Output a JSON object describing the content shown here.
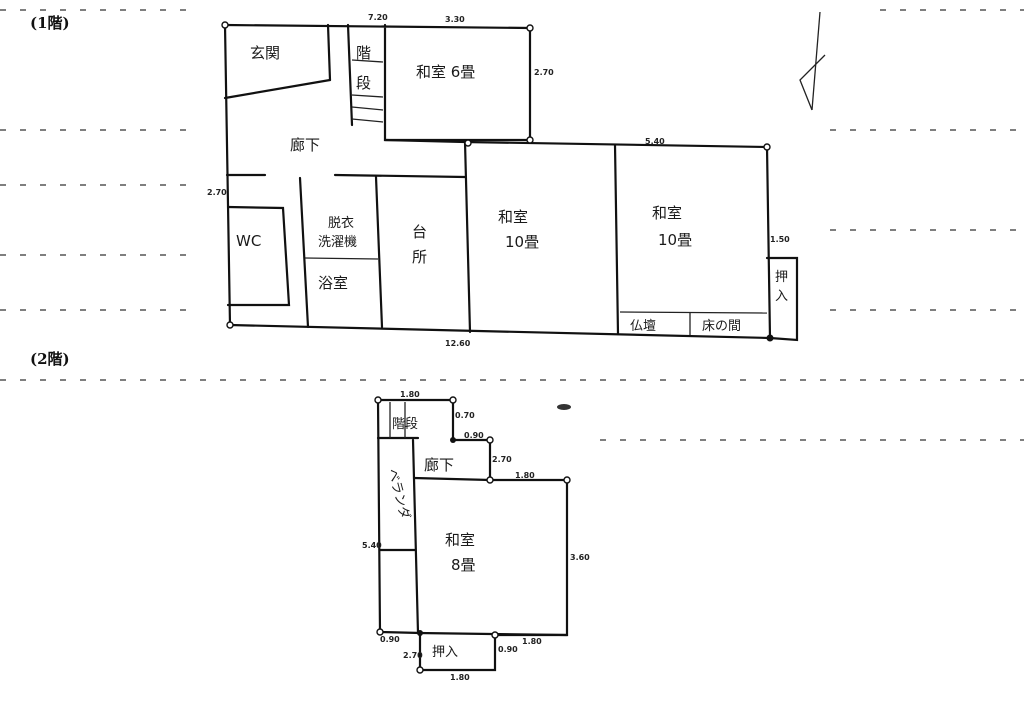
{
  "floor1": {
    "heading": "(1階)",
    "rooms": {
      "genkan": "玄関",
      "stairs_1": "階",
      "stairs_2": "段",
      "washitsu6": "和室 6畳",
      "corridor": "廊下",
      "wc": "WC",
      "dressing_1": "脱衣",
      "dressing_2": "洗濯機",
      "bath": "浴室",
      "kitchen_1": "台",
      "kitchen_2": "所",
      "washitsu10a_1": "和室",
      "washitsu10a_2": "10畳",
      "washitsu10b_1": "和室",
      "washitsu10b_2": "10畳",
      "closet_1": "押",
      "closet_2": "入",
      "butsudan": "仏壇",
      "tokonoma": "床の間"
    },
    "dimensions": {
      "top_left": "7.20",
      "top_right": "3.30",
      "right_upper": "2.70",
      "left": "2.70",
      "mid_top": "5.40",
      "right_lower": "1.50",
      "bottom": "12.60"
    }
  },
  "floor2": {
    "heading": "(2階)",
    "rooms": {
      "stairs": "階段",
      "corridor": "廊下",
      "veranda": "ベランダ",
      "washitsu8_1": "和室",
      "washitsu8_2": "8畳",
      "closet": "押入"
    },
    "dimensions": {
      "top": "1.80",
      "stair_right": "0.70",
      "step": "0.90",
      "corr_right": "2.70",
      "room_top": "1.80",
      "left": "5.40",
      "right": "3.60",
      "bottom_left": "0.90",
      "closet_left": "2.70",
      "closet_right": "0.90",
      "bottom_right": "1.80",
      "closet_bottom": "1.80"
    }
  }
}
